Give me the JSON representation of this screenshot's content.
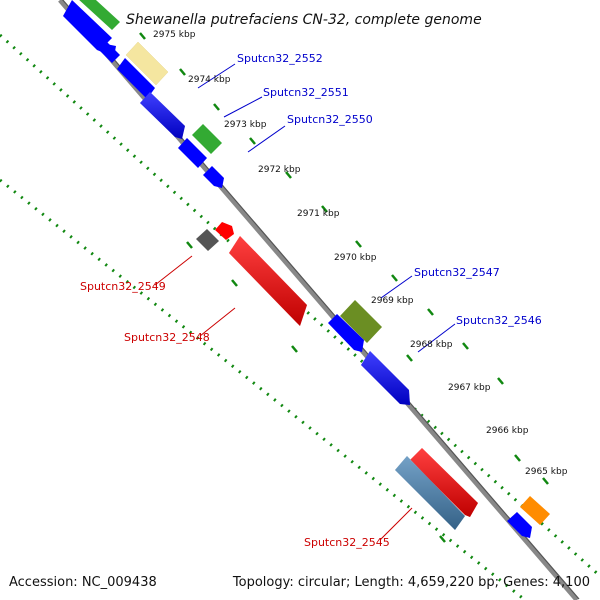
{
  "title": "Shewanella putrefaciens CN-32, complete genome",
  "footer": {
    "accession": "Accession: NC_009438",
    "info": "Topology: circular; Length: 4,659,220 bp; Genes: 4,100"
  },
  "colors": {
    "blue": "#0000ff",
    "red": "#ff0000",
    "green": "#33aa33",
    "yellow": "#f5e6a0",
    "olive": "#6b8e23",
    "grey": "#555555",
    "steelblue": "#4682b4",
    "orange": "#ff8c00",
    "backbone": "#888888",
    "tick": "#118811"
  },
  "ticks": [
    "2975 kbp",
    "2974 kbp",
    "2973 kbp",
    "2972 kbp",
    "2971 kbp",
    "2970 kbp",
    "2969 kbp",
    "2968 kbp",
    "2967 kbp",
    "2966 kbp",
    "2965 kbp"
  ],
  "labels": {
    "l2552": "Sputcn32_2552",
    "l2551": "Sputcn32_2551",
    "l2550": "Sputcn32_2550",
    "l2547": "Sputcn32_2547",
    "l2546": "Sputcn32_2546",
    "l2549": "Sputcn32_2549",
    "l2548": "Sputcn32_2548",
    "l2545": "Sputcn32_2545"
  }
}
